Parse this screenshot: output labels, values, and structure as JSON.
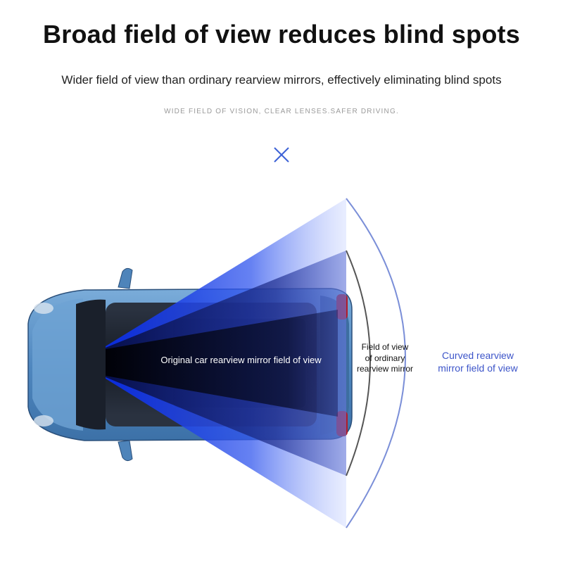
{
  "header": {
    "title": "Broad field of view reduces blind spots",
    "subtitle": "Wider field of view than ordinary rearview mirrors, effectively eliminating blind spots",
    "tagline": "WIDE FIELD OF VISION, CLEAR LENSES.SAFER DRIVING."
  },
  "decor": {
    "icon": "close-icon",
    "accent_color": "#3d62d6"
  },
  "diagram": {
    "labels": {
      "original": "Original car rearview mirror field of view",
      "ordinary_line1": "Field of view",
      "ordinary_line2": "of ordinary",
      "ordinary_line3": "rearview mirror",
      "curved_line1": "Curved rearview",
      "curved_line2": "mirror field of view"
    },
    "colors": {
      "car_body": "#5b8fc4",
      "beam": "#1f3fe0",
      "curve_outer": "#3d55c9",
      "curve_inner": "#555555"
    }
  }
}
